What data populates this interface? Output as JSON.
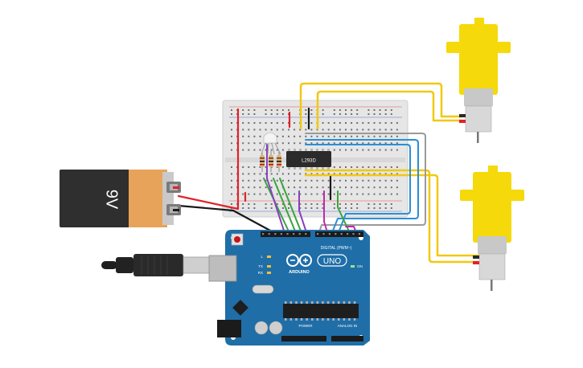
{
  "battery": {
    "label": "9V"
  },
  "ic": {
    "label": "L293D"
  },
  "arduino": {
    "brand": "ARDUINO",
    "model": "UNO",
    "digital_label": "DIGITAL (PWM~)",
    "power_label": "POWER",
    "analog_label": "ANALOG IN",
    "on_label": "ON",
    "tx_label": "TX",
    "rx_label": "RX",
    "l_label": "L"
  },
  "colors": {
    "wire_red": "#e0222a",
    "wire_black": "#1a1a1a",
    "wire_yellow": "#f2c811",
    "wire_green": "#3aa53a",
    "wire_purple": "#8a3fbf",
    "wire_blue": "#2a8fd6",
    "wire_gray": "#9a9a9a",
    "wire_magenta": "#c02ab0",
    "board_blue": "#1f6ea8",
    "motor_yellow": "#f5d90a",
    "battery_orange": "#e8a35a"
  },
  "icons": {
    "usb_cable": "usb-cable-icon",
    "battery": "battery-icon",
    "motor": "dc-motor-icon",
    "led": "rgb-led-icon",
    "resistor": "resistor-icon"
  }
}
